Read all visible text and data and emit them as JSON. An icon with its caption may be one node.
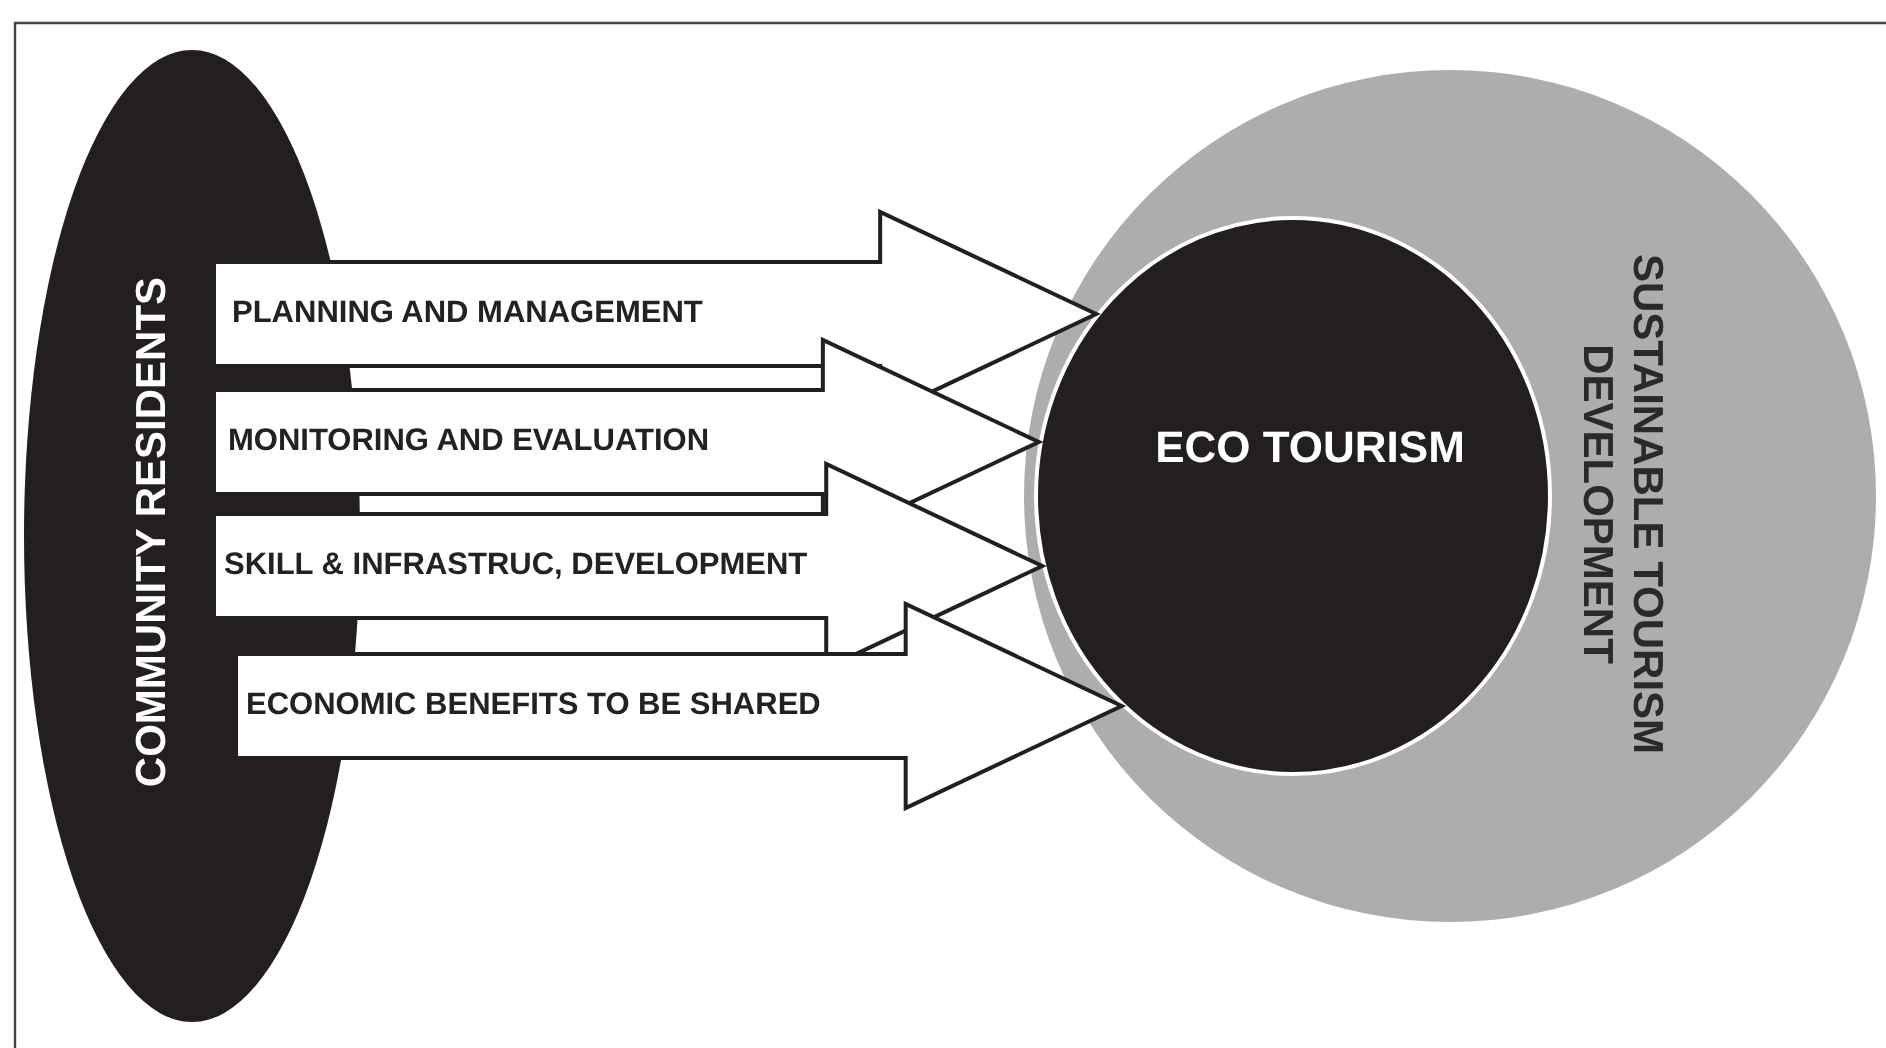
{
  "diagram": {
    "nodes": [
      {
        "text": [
          "COMMUNITY RESIDENTS"
        ]
      },
      {
        "text": [
          "SUSTAINABLE TOURISM DEVELOPMENT"
        ]
      },
      {
        "text": [
          "ECO TOURISM"
        ],
        "in": 1
      }
    ],
    "edges": [
      {
        "from": 0,
        "to": 2,
        "arrow": "to",
        "label": "PLANNING AND MANAGEMENT"
      },
      {
        "from": 0,
        "to": 2,
        "arrow": "to",
        "label": "MONITORING AND EVALUATION"
      },
      {
        "from": 0,
        "to": 2,
        "arrow": "to",
        "label": "SKILL & INFRASTRUC, DEVELOPMENT"
      },
      {
        "from": 0,
        "to": 2,
        "arrow": "to",
        "label": "ECONOMIC BENEFITS TO BE SHARED"
      }
    ]
  }
}
